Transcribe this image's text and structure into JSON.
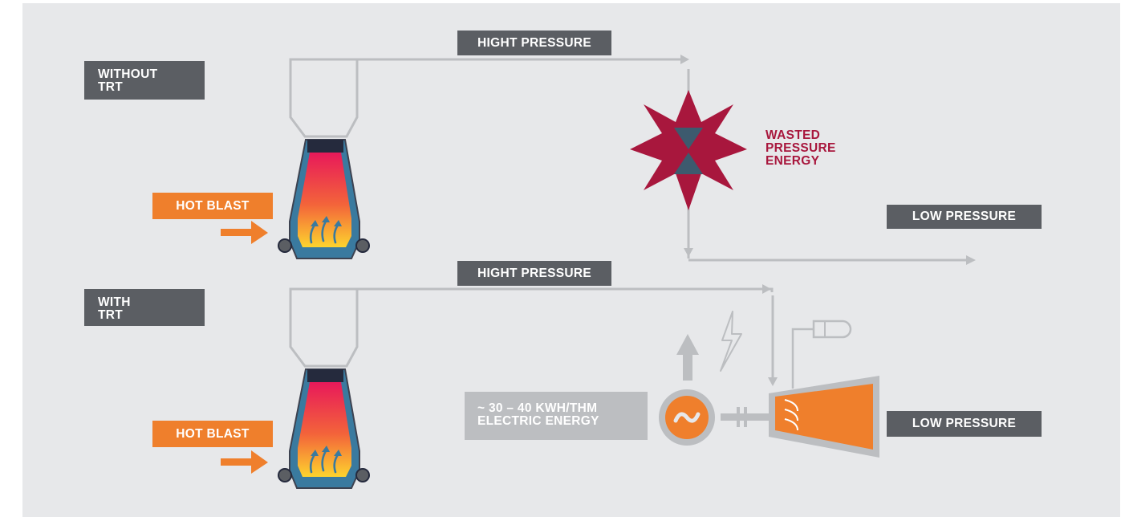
{
  "without_trt": {
    "label_line1": "WITHOUT",
    "label_line2": "TRT"
  },
  "with_trt": {
    "label_line1": "WITH",
    "label_line2": "TRT"
  },
  "top": {
    "high_pressure": "HIGHT PRESSURE",
    "hot_blast": "HOT BLAST",
    "wasted_line1": "WASTED",
    "wasted_line2": "PRESSURE",
    "wasted_line3": "ENERGY",
    "low_pressure": "LOW PRESSURE"
  },
  "bottom": {
    "high_pressure": "HIGHT PRESSURE",
    "hot_blast": "HOT BLAST",
    "energy_line1": "~ 30 – 40 KWH/THM",
    "energy_line2": "ELECTRIC ENERGY",
    "low_pressure": "LOW PRESSURE"
  },
  "colors": {
    "background": "#e7e8ea",
    "label_dark": "#5b5e63",
    "hot_blast": "#ef7f2c",
    "wasted_energy": "#a8173d",
    "furnace_shell": "#3a7a9f",
    "turbine": "#ef7f2c",
    "pipe": "#bcbec1"
  },
  "icons": [
    "blast-furnace-icon",
    "explosion-starburst-icon",
    "valve-icon",
    "generator-icon",
    "lightning-icon",
    "turbine-icon",
    "arrow-right-icon",
    "arrow-up-icon"
  ]
}
